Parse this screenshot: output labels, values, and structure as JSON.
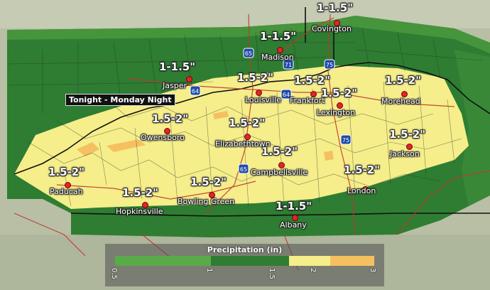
{
  "period_label": "Tonight - Monday Night",
  "legend": {
    "title": "Precipitation (in)",
    "ticks": [
      "0.5",
      "1",
      "1.5",
      "2",
      "3"
    ],
    "colors": [
      "#5aaa4a",
      "#2e7d32",
      "#f5ee8a",
      "#f5c060"
    ]
  },
  "colors": {
    "zone_low": "#2e7d32",
    "zone_high": "#f5ee8a",
    "zone_peak": "#f5c060",
    "city_dot": "#e3242b",
    "county_line": "#2a2a2a",
    "road": "#c0392b"
  },
  "amounts": [
    {
      "text": "1-1.5\""
    },
    {
      "text": "1-1.5\""
    },
    {
      "text": "1-1.5\""
    },
    {
      "text": "1.5-2\""
    },
    {
      "text": "1.5-2\""
    },
    {
      "text": "1.5-2\""
    },
    {
      "text": "1.5-2\""
    },
    {
      "text": "1.5-2\""
    },
    {
      "text": "1.5-2\""
    },
    {
      "text": "1.5-2\""
    },
    {
      "text": "1.5-2\""
    },
    {
      "text": "1.5-2\""
    },
    {
      "text": "1.5-2\""
    },
    {
      "text": "1.5-2\""
    },
    {
      "text": "1.5-2\""
    },
    {
      "text": "1-1.5\""
    }
  ],
  "cities": [
    {
      "name": "Covington"
    },
    {
      "name": "Madison"
    },
    {
      "name": "Jasper"
    },
    {
      "name": "Louisville"
    },
    {
      "name": "Frankfort"
    },
    {
      "name": "Lexington"
    },
    {
      "name": "Morehead"
    },
    {
      "name": "Owensboro"
    },
    {
      "name": "Elizabethtown"
    },
    {
      "name": "Jackson"
    },
    {
      "name": "Campbellsville"
    },
    {
      "name": "Paducah"
    },
    {
      "name": "Bowling Green"
    },
    {
      "name": "Hopkinsville"
    },
    {
      "name": "London"
    },
    {
      "name": "Albany"
    }
  ],
  "shields": [
    "65",
    "71",
    "75",
    "64",
    "64",
    "75",
    "65"
  ]
}
